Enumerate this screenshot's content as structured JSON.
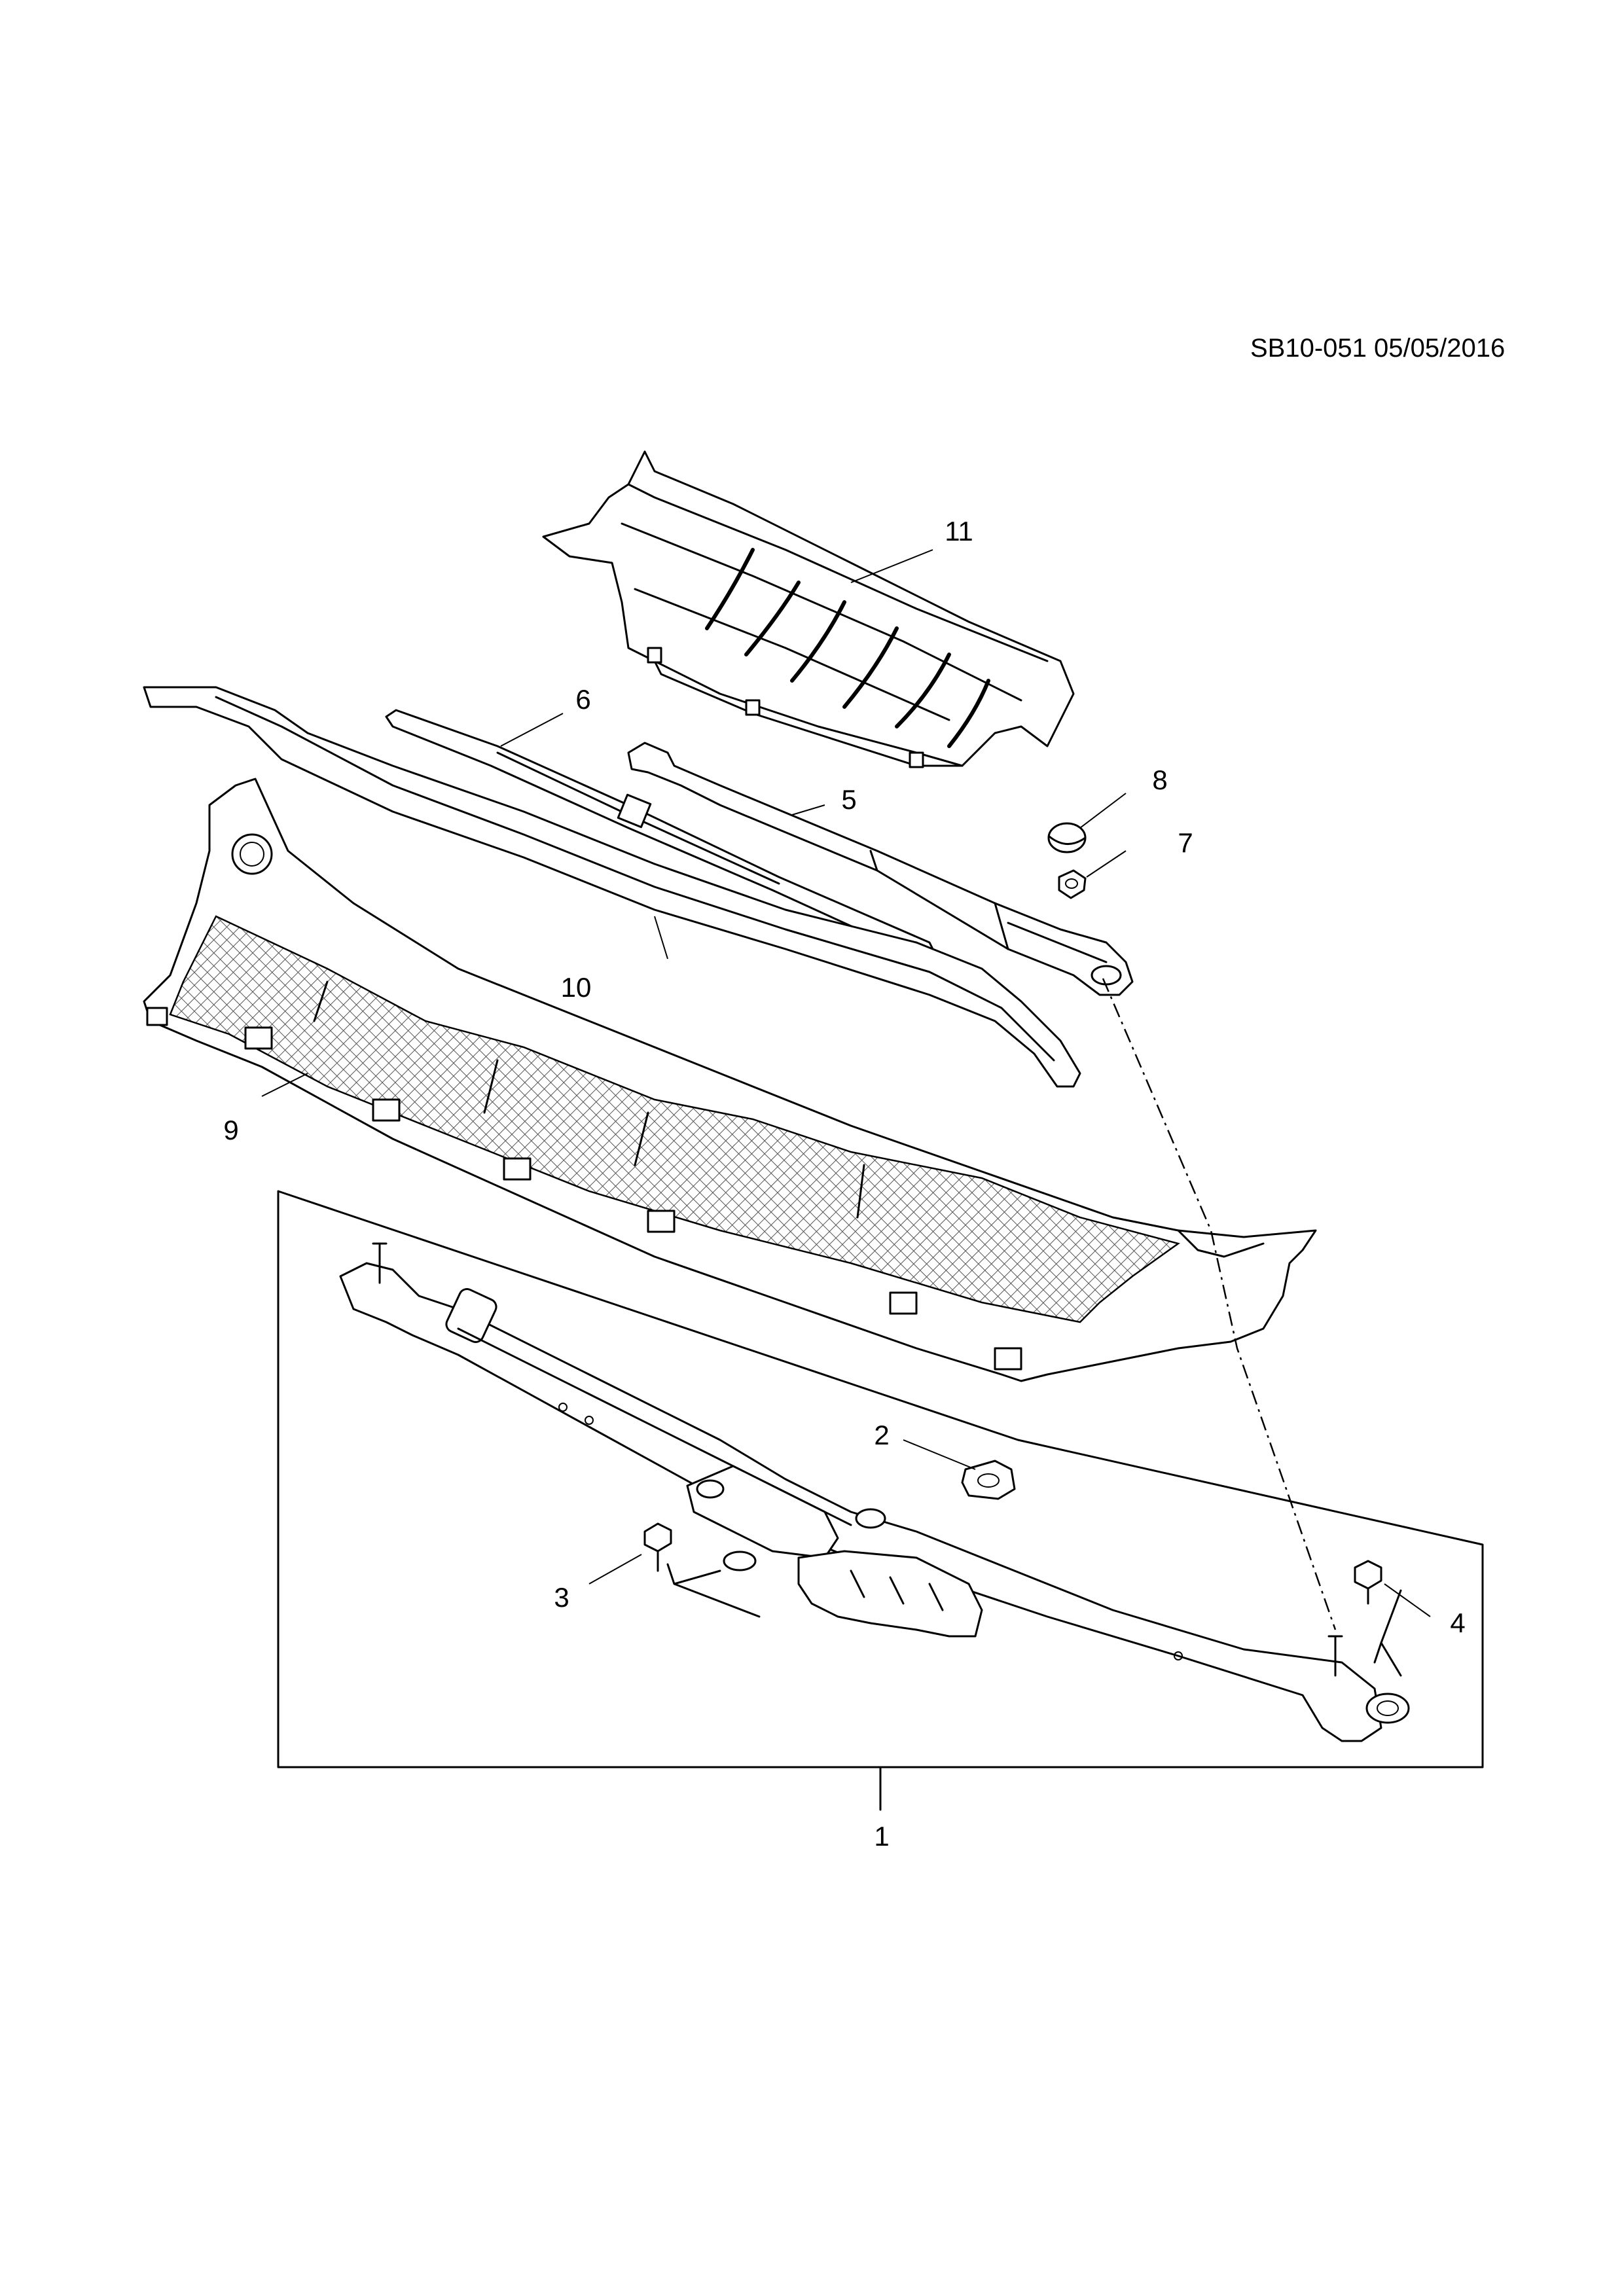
{
  "header": {
    "drawing_ref": "SB10-051 05/05/2016"
  },
  "callouts": [
    {
      "id": "c1",
      "label": "1"
    },
    {
      "id": "c2",
      "label": "2"
    },
    {
      "id": "c3",
      "label": "3"
    },
    {
      "id": "c4",
      "label": "4"
    },
    {
      "id": "c5",
      "label": "5"
    },
    {
      "id": "c6",
      "label": "6"
    },
    {
      "id": "c7",
      "label": "7"
    },
    {
      "id": "c8",
      "label": "8"
    },
    {
      "id": "c9",
      "label": "9"
    },
    {
      "id": "c10",
      "label": "10"
    },
    {
      "id": "c11",
      "label": "11"
    }
  ],
  "colors": {
    "line": "#000000",
    "background": "#ffffff",
    "mesh": "#555555"
  }
}
